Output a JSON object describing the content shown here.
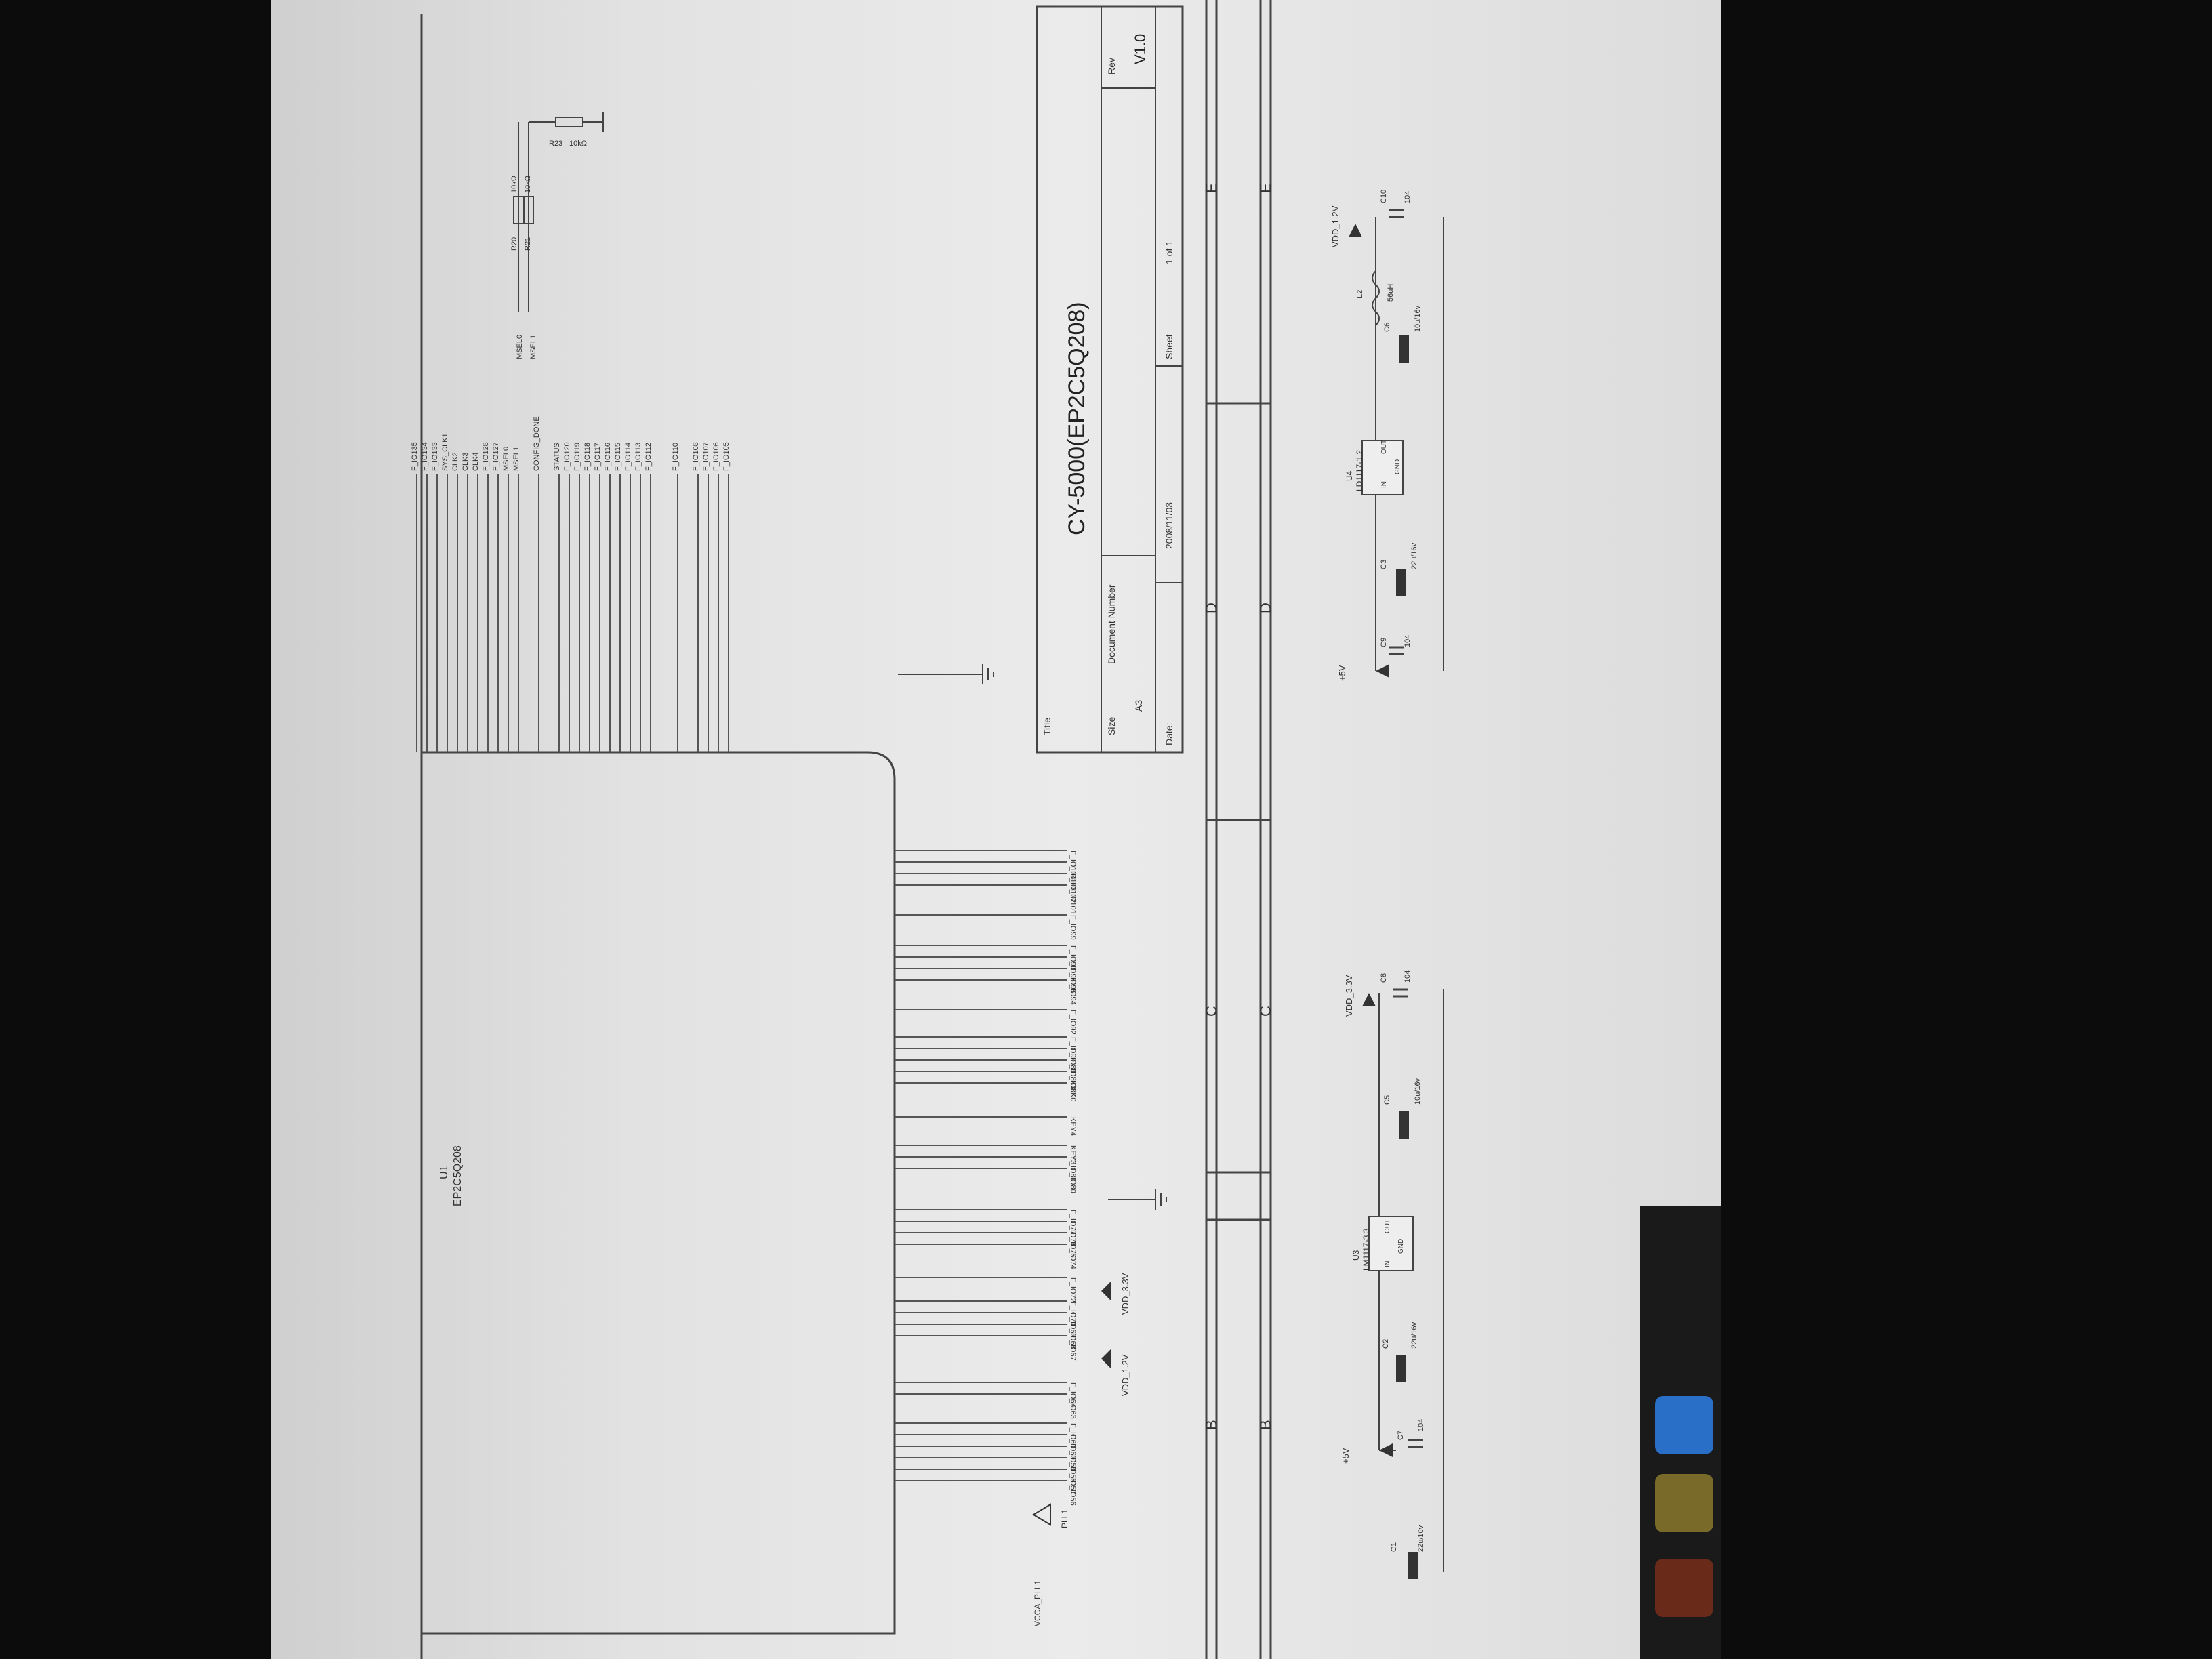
{
  "title_block": {
    "title_label": "Title",
    "title_value": "CY-5000(EP2C5Q208)",
    "size_label": "Size",
    "size_value": "A3",
    "docnum_label": "Document Number",
    "rev_label": "Rev",
    "rev_value": "V1.0",
    "date_label": "Date:",
    "date_value": "2008/11/03",
    "sheet_label": "Sheet",
    "sheet_value": "1 of 1"
  },
  "zone_letters": [
    "B",
    "C",
    "D",
    "E"
  ],
  "fpga": {
    "ref": "U1",
    "part": "EP2C5Q208"
  },
  "right_pins": [
    "F_IO119",
    "F_IO118",
    "F_IO117",
    "F_IO116",
    "F_IO115",
    "F_IO114",
    "F_IO113",
    "F_IO112",
    "F_IO110",
    "F_IO108",
    "F_IO107",
    "F_IO106",
    "F_IO105"
  ],
  "top_pins": [
    "F_IO135",
    "F_IO134",
    "F_IO133",
    "SYS_CLK1",
    "CLK2",
    "CLK3",
    "CLK4",
    "F_IO128",
    "F_IO127",
    "MSEL0",
    "MSEL1",
    "CONFIG_DONE",
    "STATUS",
    "F_IO120"
  ],
  "bottom_pins": [
    "F_IO104",
    "F_IO103",
    "F_IO102",
    "F_IO101",
    "F_IO99",
    "F_IO97",
    "F_IO96",
    "F_IO95",
    "F_IO94",
    "F_IO92",
    "F_IO90",
    "F_IO89",
    "F_IO88",
    "F_IO87",
    "CLK0",
    "KEY4",
    "KEY3",
    "F_IO81",
    "F_IO80",
    "F_IO77",
    "F_IO76",
    "F_IO75",
    "F_IO74",
    "F_IO72",
    "F_IO70",
    "F_IO69",
    "F_IO68",
    "F_IO67",
    "F_IO64",
    "F_IO63",
    "F_IO61",
    "F_IO60",
    "F_IO59",
    "F_IO58",
    "F_IO57",
    "F_IO56"
  ],
  "msel": {
    "net_a": "MSEL0",
    "net_b": "MSEL1",
    "r_a": "R20",
    "r_b": "R21",
    "r_c": "R23",
    "val_a": "10kΩ",
    "val_b": "10kΩ",
    "val_c": "10kΩ"
  },
  "power": {
    "vdd12": "VDD_1.2V",
    "vdd33": "VDD_3.3V",
    "v5": "+5V",
    "pll": "VCCA_PLL1",
    "pll_label": "PLL1"
  },
  "reg_u3": {
    "ref": "U3",
    "part": "LM1117-3.3",
    "in": "IN",
    "out": "OUT",
    "gnd": "GND",
    "c1": "C1",
    "c1v": "22u/16v",
    "c7": "C7",
    "c7v": "104",
    "c2": "C2",
    "c2v": "22u/16v",
    "c5": "C5",
    "c5v": "10u/16v",
    "c8": "C8",
    "c8v": "104"
  },
  "reg_u4": {
    "ref": "U4",
    "part": "LD1117-1.2",
    "in": "IN",
    "out": "OUT",
    "gnd": "GND",
    "c9": "C9",
    "c9v": "104",
    "c3": "C3",
    "c3v": "22u/16v",
    "c6": "C6",
    "c6v": "10u/16v",
    "l2": "L2",
    "l2v": "56uH",
    "c10": "C10",
    "c10v": "104"
  }
}
